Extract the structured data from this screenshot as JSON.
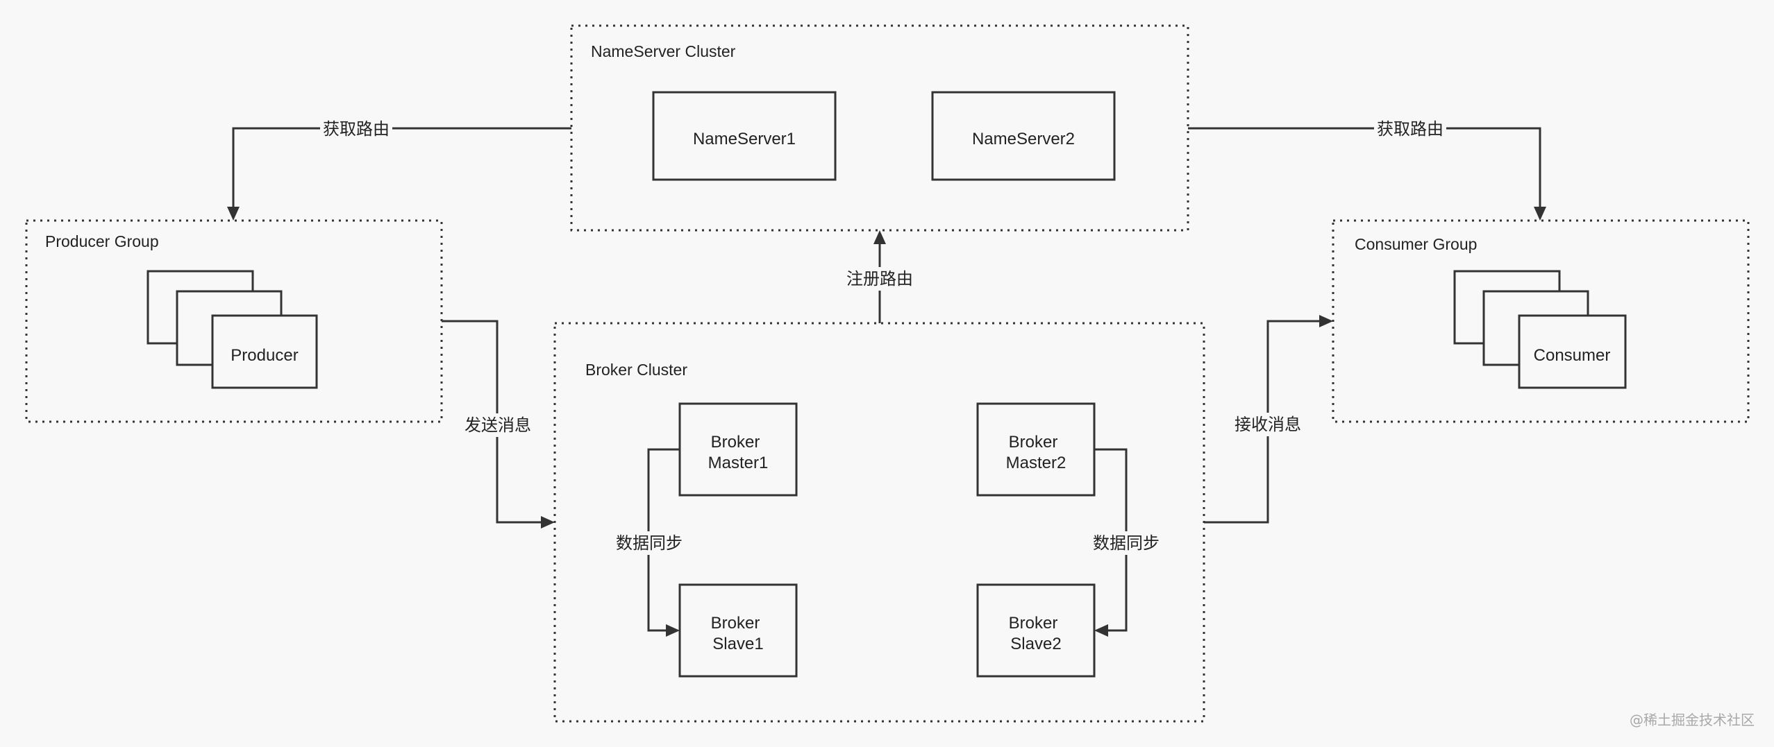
{
  "groups": {
    "nameserver_cluster": "NameServer Cluster",
    "producer_group": "Producer Group",
    "consumer_group": "Consumer Group",
    "broker_cluster": "Broker Cluster"
  },
  "nodes": {
    "nameserver1": "NameServer1",
    "nameserver2": "NameServer2",
    "producer": "Producer",
    "consumer": "Consumer",
    "broker_master1": [
      "Broker",
      "Master1"
    ],
    "broker_slave1": [
      "Broker",
      "Slave1"
    ],
    "broker_master2": [
      "Broker",
      "Master2"
    ],
    "broker_slave2": [
      "Broker",
      "Slave2"
    ]
  },
  "edges": {
    "producer_get_route": "获取路由",
    "consumer_get_route": "获取路由",
    "register_route": "注册路由",
    "send_message": "发送消息",
    "receive_message": "接收消息",
    "sync1": "数据同步",
    "sync2": "数据同步"
  },
  "watermark": "@稀土掘金技术社区"
}
